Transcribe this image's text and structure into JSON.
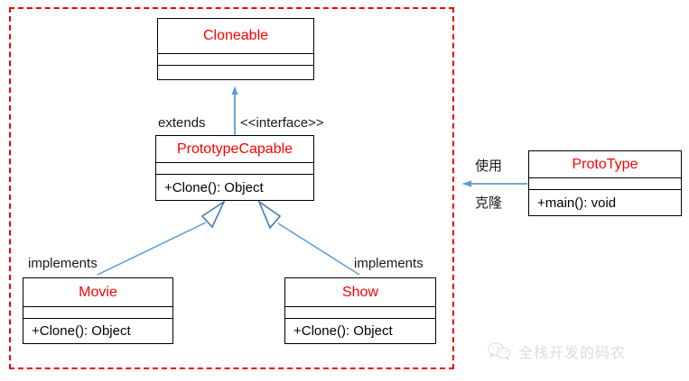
{
  "diagram": {
    "title": "Prototype pattern UML class diagram",
    "colors": {
      "class_name_text": "#ff0000",
      "package_border": "#ee0000",
      "connector": "#5b9bd5",
      "box_border": "#000000",
      "label_text": "#1a1a1a"
    },
    "package": {
      "name": "prototype-package-boundary",
      "border_style": "dashed"
    },
    "classes": [
      {
        "id": "cloneable",
        "name": "Cloneable",
        "attributes": "",
        "operations": ""
      },
      {
        "id": "prototypecapable",
        "name": "PrototypeCapable",
        "attributes": "",
        "operations": "+Clone(): Object"
      },
      {
        "id": "movie",
        "name": "Movie",
        "attributes": "",
        "operations": "+Clone(): Object"
      },
      {
        "id": "show",
        "name": "Show",
        "attributes": "",
        "operations": "+Clone(): Object"
      },
      {
        "id": "prototype",
        "name": "ProtoType",
        "attributes": "",
        "operations": "+main(): void"
      }
    ],
    "labels": {
      "extends": "extends",
      "interface_stereotype": "<<interface>>",
      "implements_left": "implements",
      "implements_right": "implements",
      "usage_cn": "使用",
      "clone_cn": "克隆"
    },
    "watermark": {
      "icon": "wechat-icon",
      "text": "全栈开发的码农"
    }
  }
}
